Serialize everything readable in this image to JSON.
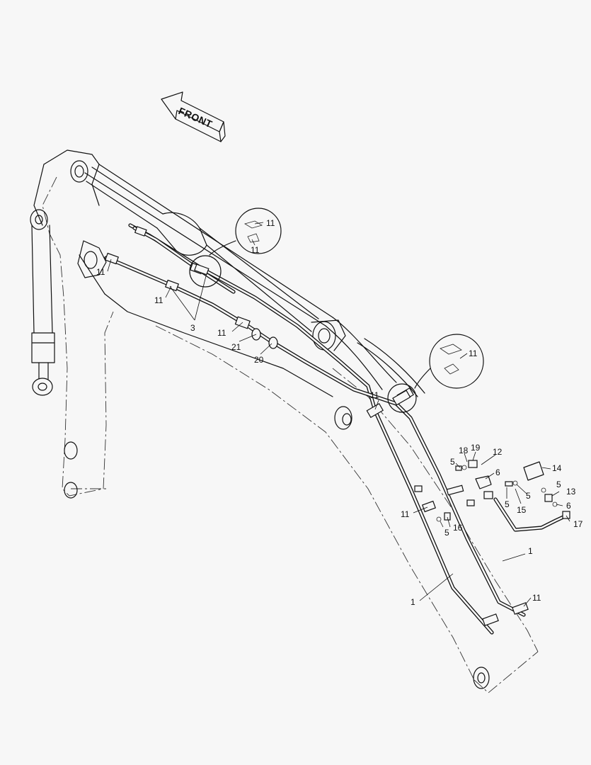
{
  "direction_arrow": {
    "text": "FRONT"
  },
  "callouts": [
    {
      "id": "c3",
      "text": "3"
    },
    {
      "id": "c20",
      "text": "20"
    },
    {
      "id": "c21",
      "text": "21"
    },
    {
      "id": "c11a",
      "text": "11"
    },
    {
      "id": "c11b",
      "text": "11"
    },
    {
      "id": "c11c",
      "text": "11"
    },
    {
      "id": "c11d",
      "text": "11"
    },
    {
      "id": "c11e",
      "text": "11"
    },
    {
      "id": "c11f",
      "text": "11"
    },
    {
      "id": "c11g",
      "text": "11"
    },
    {
      "id": "c11h",
      "text": "11"
    },
    {
      "id": "c11i",
      "text": "11"
    },
    {
      "id": "c1a",
      "text": "1"
    },
    {
      "id": "c1b",
      "text": "1"
    },
    {
      "id": "c5a",
      "text": "5"
    },
    {
      "id": "c5b",
      "text": "5"
    },
    {
      "id": "c5c",
      "text": "5"
    },
    {
      "id": "c5d",
      "text": "5"
    },
    {
      "id": "c5e",
      "text": "5"
    },
    {
      "id": "c6a",
      "text": "6"
    },
    {
      "id": "c6b",
      "text": "6"
    },
    {
      "id": "c12",
      "text": "12"
    },
    {
      "id": "c13",
      "text": "13"
    },
    {
      "id": "c14",
      "text": "14"
    },
    {
      "id": "c15",
      "text": "15"
    },
    {
      "id": "c16",
      "text": "16"
    },
    {
      "id": "c17",
      "text": "17"
    },
    {
      "id": "c18",
      "text": "18"
    },
    {
      "id": "c19",
      "text": "19"
    }
  ]
}
